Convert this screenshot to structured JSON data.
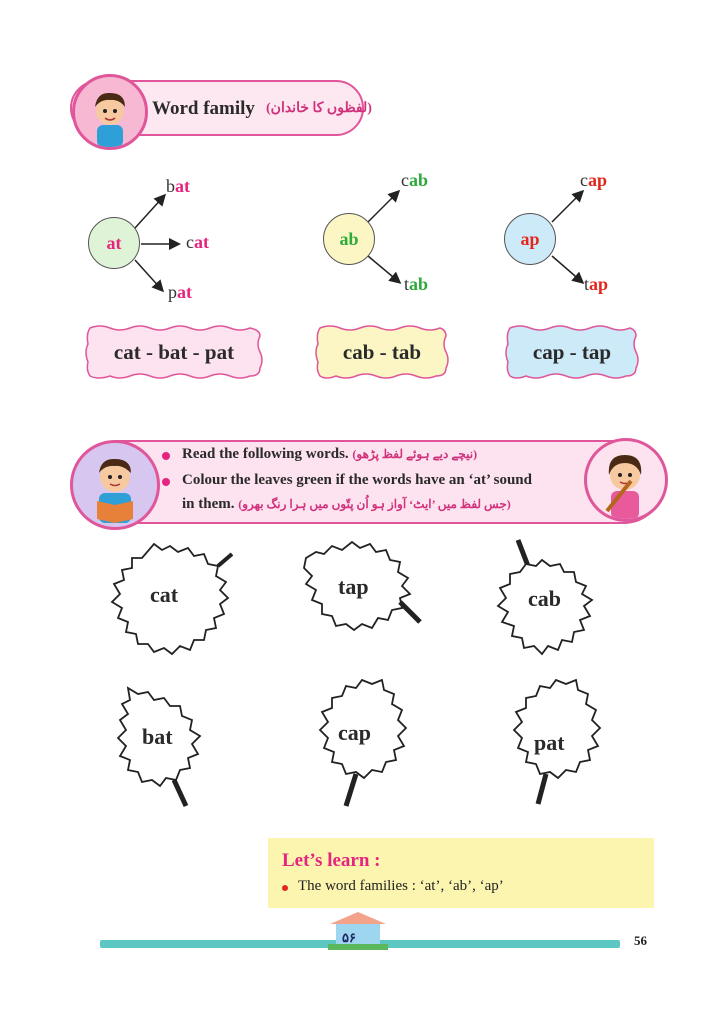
{
  "header": {
    "title": "Word family",
    "urdu": "(لفظوں کا خاندان)"
  },
  "families": [
    {
      "center": "at",
      "center_color": "#dff3d6",
      "center_text_color": "#e6247f",
      "words": [
        {
          "prefix": "b",
          "suffix": "at"
        },
        {
          "prefix": "c",
          "suffix": "at"
        },
        {
          "prefix": "p",
          "suffix": "at"
        }
      ],
      "summary": "cat - bat - pat",
      "summary_bg": "#fde2ef",
      "summary_border": "#e0569a"
    },
    {
      "center": "ab",
      "center_color": "#fbf6c4",
      "center_text_color": "#2cab3b",
      "words": [
        {
          "prefix": "c",
          "suffix": "ab"
        },
        {
          "prefix": "t",
          "suffix": "ab"
        }
      ],
      "summary": "cab - tab",
      "summary_bg": "#fbf6c4",
      "summary_border": "#e0569a"
    },
    {
      "center": "ap",
      "center_color": "#cdeaf8",
      "center_text_color": "#e4261d",
      "words": [
        {
          "prefix": "c",
          "suffix": "ap"
        },
        {
          "prefix": "t",
          "suffix": "ap"
        }
      ],
      "summary": "cap - tap",
      "summary_bg": "#cdeaf8",
      "summary_border": "#e0569a"
    }
  ],
  "instructions": {
    "line1": "Read the following words.",
    "line1_urdu": "(نیچے دیے ہوئے لفظ پڑھو)",
    "line2a": "Colour the leaves green if the words have an ‘at’ sound",
    "line2b": "in them.",
    "line2_urdu": "(جس لفظ میں ’ایٹ‘ آواز ہو اُن پتّوں میں ہرا رنگ بھرو)"
  },
  "leaves": [
    "cat",
    "tap",
    "cab",
    "bat",
    "cap",
    "pat"
  ],
  "lets_learn": {
    "title": "Let’s learn :",
    "item": "The word families : ‘at’, ‘ab’, ‘ap’"
  },
  "footer": {
    "page_number": "56",
    "urdu_page_number": "۵۶"
  }
}
